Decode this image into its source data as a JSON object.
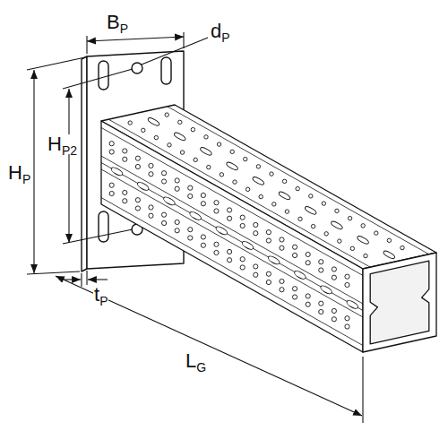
{
  "diagram": {
    "labels": [
      "BP",
      "dP",
      "HP2",
      "HP",
      "tP",
      "LG"
    ]
  }
}
